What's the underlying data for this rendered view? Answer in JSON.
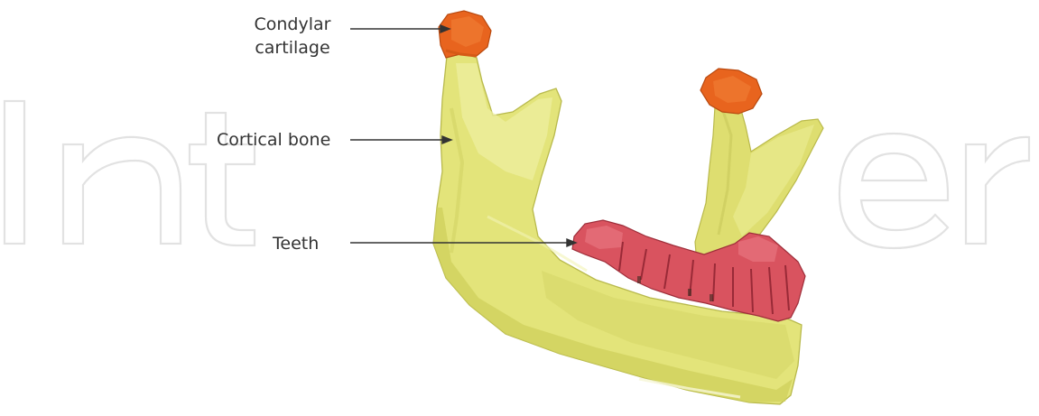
{
  "watermark": {
    "text": "IntechOpen"
  },
  "labels": {
    "condylar_line1": "Condylar",
    "condylar_line2": "cartilage",
    "cortical": "Cortical bone",
    "teeth": "Teeth"
  },
  "colors": {
    "bone": "#e3e47a",
    "bone_shadow": "#c4c452",
    "bone_highlight": "#f0f0a8",
    "cartilage": "#e8641e",
    "cartilage_dark": "#c94e10",
    "teeth": "#d9535f",
    "teeth_dark": "#a8323f",
    "watermark": "#e6e6e6",
    "text": "#333333"
  }
}
